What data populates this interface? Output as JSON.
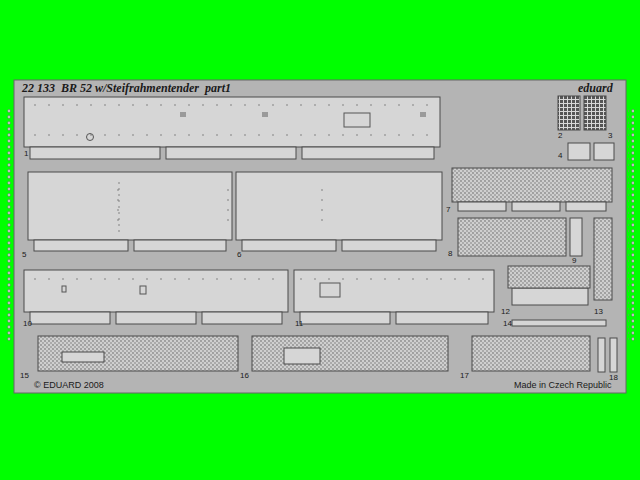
{
  "diagram": {
    "title": "22 133  BR 52 w/Steifrahmentender  part1",
    "labels": [
      "eduard",
      "1",
      "2",
      "3",
      "4",
      "5",
      "6",
      "7",
      "8",
      "9",
      "10",
      "11",
      "12",
      "13",
      "14",
      "15",
      "16",
      "17",
      "18",
      "© EDUARD 2008",
      "Made in Czech Republic"
    ]
  }
}
